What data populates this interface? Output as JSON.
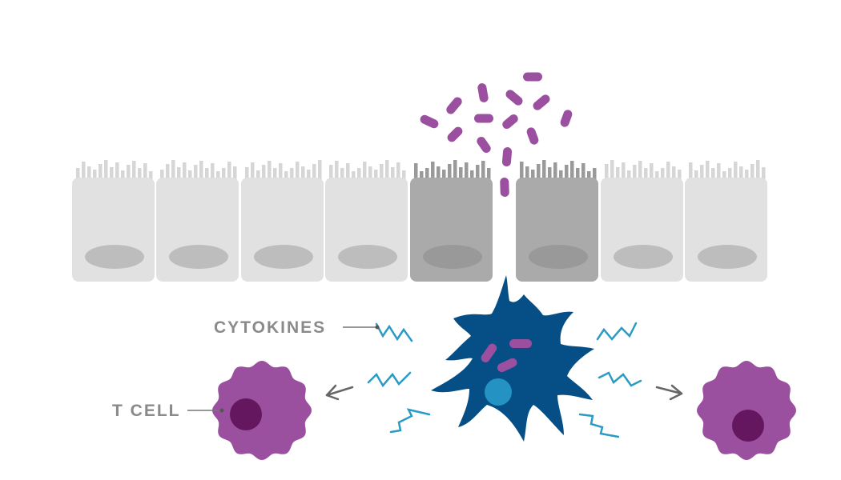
{
  "labels": {
    "cytokines": "CYTOKINES",
    "t_cell": "T CELL"
  },
  "colors": {
    "background": "#ffffff",
    "epithelial_cell": "#e1e1e1",
    "epithelial_nucleus": "#bdbdbd",
    "microvilli": "#d6d6d6",
    "damaged_cell": "#aaaaaa",
    "damaged_nucleus": "#999999",
    "damaged_microvilli": "#9a9a9a",
    "bacteria": "#9b4f9f",
    "dendritic_cell": "#054f86",
    "dendritic_nucleus": "#2493c3",
    "cytokine": "#2a9bc4",
    "t_cell": "#9b4f9f",
    "t_cell_nucleus": "#64175f",
    "arrow": "#666666",
    "label_text": "#8a8a8a"
  },
  "icons": [
    "epithelial-cell",
    "bacterium",
    "dendritic-cell",
    "cytokine-signal",
    "t-cell",
    "arrow"
  ]
}
